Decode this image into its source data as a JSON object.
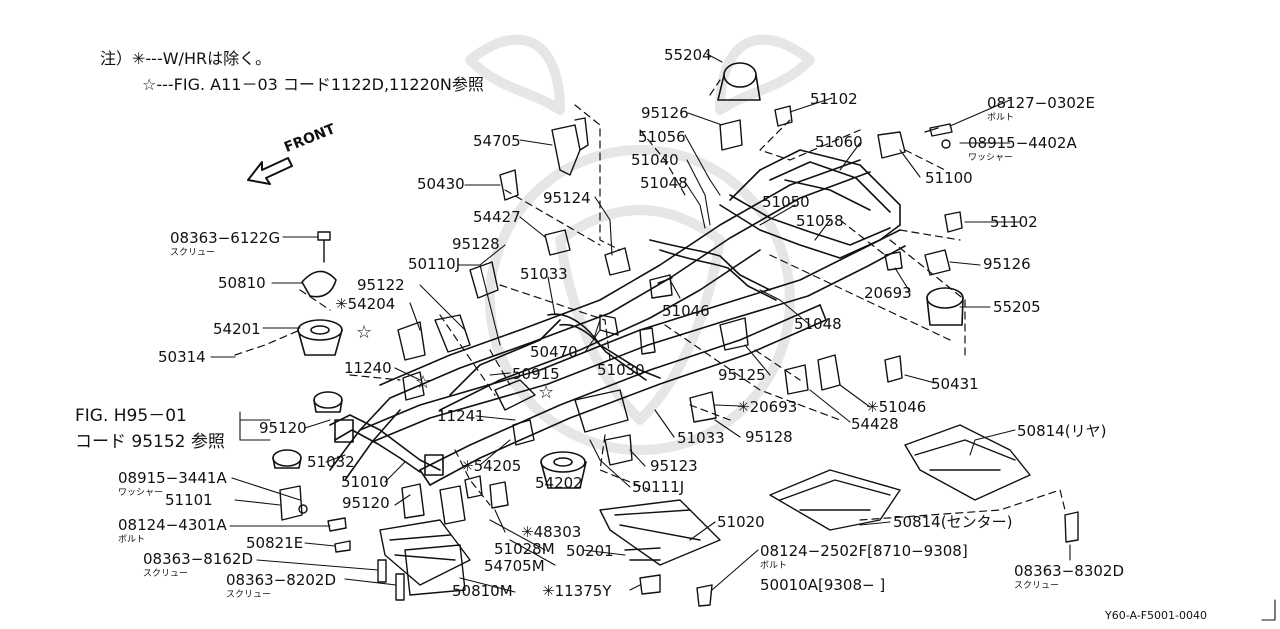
{
  "notes": {
    "line1": "注）✳---W/HRは除く。",
    "line2": "☆---FIG. A11－03  コード1122D,11220N参照"
  },
  "front_label": "FRONT",
  "fig_ref": {
    "line1": "FIG. H95－01",
    "line2": "コード 95152 参照"
  },
  "labels": {
    "l55204": "55204",
    "l95126a": "95126",
    "l51102a": "51102",
    "l08127": "08127−0302E",
    "l08127s": "ボルト",
    "l08915a": "08915−4402A",
    "l08915as": "ワッシャー",
    "l54705": "54705",
    "l51056": "51056",
    "l51060": "51060",
    "l51040": "51040",
    "l51100": "51100",
    "l50430": "50430",
    "l51048a": "51048",
    "l95124": "95124",
    "l51050": "51050",
    "l54427": "54427",
    "l51058": "51058",
    "l51102b": "51102",
    "l08363a": "08363−6122G",
    "l08363as": "スクリュー",
    "l95128a": "95128",
    "l50110J": "50110J",
    "l95126b": "95126",
    "l50810": "50810",
    "l95122": "95122",
    "l51033a": "51033",
    "l54204": "✳54204",
    "l20693a": "20693",
    "l51046a": "51046",
    "l55205": "55205",
    "l54201": "54201",
    "l51048b": "51048",
    "l50314": "50314",
    "l50470": "50470",
    "l51030": "51030",
    "l11240": "11240",
    "l50915": "50915",
    "l95125": "95125",
    "l50431": "50431",
    "l11241": "11241",
    "l20693b": "✳20693",
    "l51046b": "✳51046",
    "l95120a": "95120",
    "l51033b": "51033",
    "l95128b": "95128",
    "l54428": "54428",
    "l50814r": "50814(リヤ)",
    "l51032": "51032",
    "l54205": "✳54205",
    "l95123": "95123",
    "l51010": "51010",
    "l08915b": "08915−3441A",
    "l08915bs": "ワッシャー",
    "l54202": "54202",
    "l50111J": "50111J",
    "l51101": "51101",
    "l95120b": "95120",
    "l48303": "✳48303",
    "l51020": "51020",
    "l50814c": "50814(センター)",
    "l08124a": "08124−4301A",
    "l08124as": "ボルト",
    "l50821E": "50821E",
    "l51028M": "51028M",
    "l50201": "50201",
    "l08124b": "08124−2502F[8710−9308]",
    "l08124bs": "ボルト",
    "l08363b": "08363−8162D",
    "l08363bs": "スクリュー",
    "l54705M": "54705M",
    "l50010A": "50010A[9308−        ]",
    "l08363c": "08363−8302D",
    "l08363cs": "スクリュー",
    "l08363d": "08363−8202D",
    "l08363ds": "スクリュー",
    "l50810M": "50810M",
    "l11375Y": "✳11375Y",
    "star1": "☆",
    "star2": "☆",
    "star3": "☆"
  },
  "diagram_code": "Y60-A-F5001-0040"
}
